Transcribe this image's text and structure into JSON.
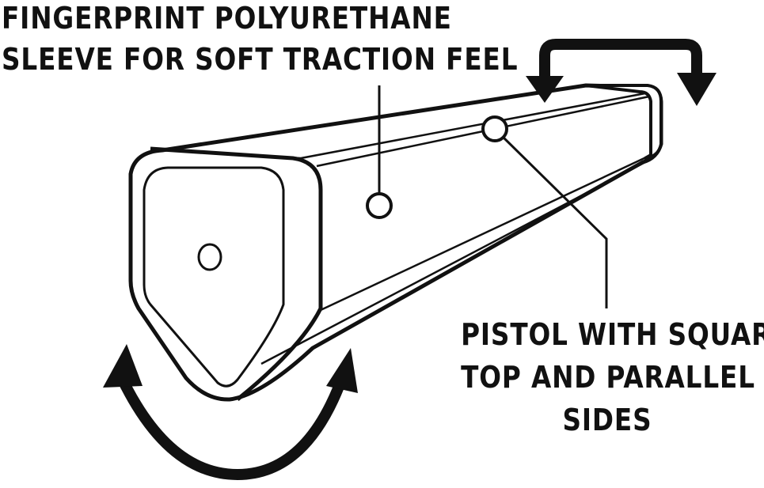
{
  "callouts": {
    "top": {
      "lines": [
        "FINGERPRINT POLYURETHANE",
        "SLEEVE FOR SOFT TRACTION FEEL"
      ]
    },
    "right": {
      "lines": [
        "PISTOL WITH SQUARE",
        "TOP AND PARALLEL",
        "SIDES"
      ]
    }
  },
  "colors": {
    "ink": "#111111",
    "background": "#ffffff"
  },
  "icons": [
    "curved-double-arrow-icon",
    "bracket-double-arrow-icon"
  ]
}
